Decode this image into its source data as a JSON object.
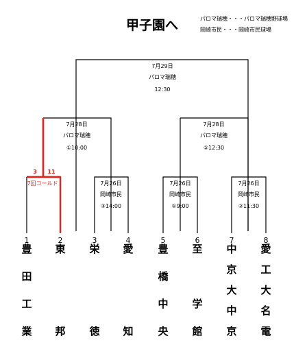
{
  "title": "甲子園へ",
  "legend": [
    "パロマ瑞穂・・・パロマ瑞穂野球場",
    "岡崎市民・・・岡崎市民球場"
  ],
  "final": {
    "date": "7月29日",
    "venue": "パロマ瑞穂",
    "time": "12:30"
  },
  "semifinals": [
    {
      "date": "7月28日",
      "venue": "パロマ瑞穂",
      "time": "①10:00"
    },
    {
      "date": "7月28日",
      "venue": "パロマ瑞穂",
      "time": "②12:30"
    }
  ],
  "quarterfinals": [
    {
      "date": "7月26日",
      "venue": "岡崎市民",
      "time": "③14:00"
    },
    {
      "date": "7月26日",
      "venue": "岡崎市民",
      "time": "①9:00"
    },
    {
      "date": "7月26日",
      "venue": "岡崎市民",
      "time": "②11:30"
    }
  ],
  "result": {
    "score_left": "3",
    "score_right": "11",
    "note": "7回コールド",
    "winner_color": "#e0231e"
  },
  "teams": [
    {
      "seed": "1",
      "name": [
        "豊",
        "田",
        "工",
        "業"
      ]
    },
    {
      "seed": "2",
      "name": [
        "東",
        "",
        "",
        "邦"
      ]
    },
    {
      "seed": "3",
      "name": [
        "栄",
        "",
        "",
        "徳"
      ]
    },
    {
      "seed": "4",
      "name": [
        "愛",
        "",
        "",
        "知"
      ]
    },
    {
      "seed": "5",
      "name": [
        "豊",
        "橋",
        "中",
        "央"
      ]
    },
    {
      "seed": "6",
      "name": [
        "至",
        "",
        "学",
        "館"
      ]
    },
    {
      "seed": "7",
      "name": [
        "中",
        "京",
        "大",
        "中",
        "京"
      ]
    },
    {
      "seed": "8",
      "name": [
        "愛",
        "工",
        "大",
        "名",
        "電"
      ]
    }
  ]
}
